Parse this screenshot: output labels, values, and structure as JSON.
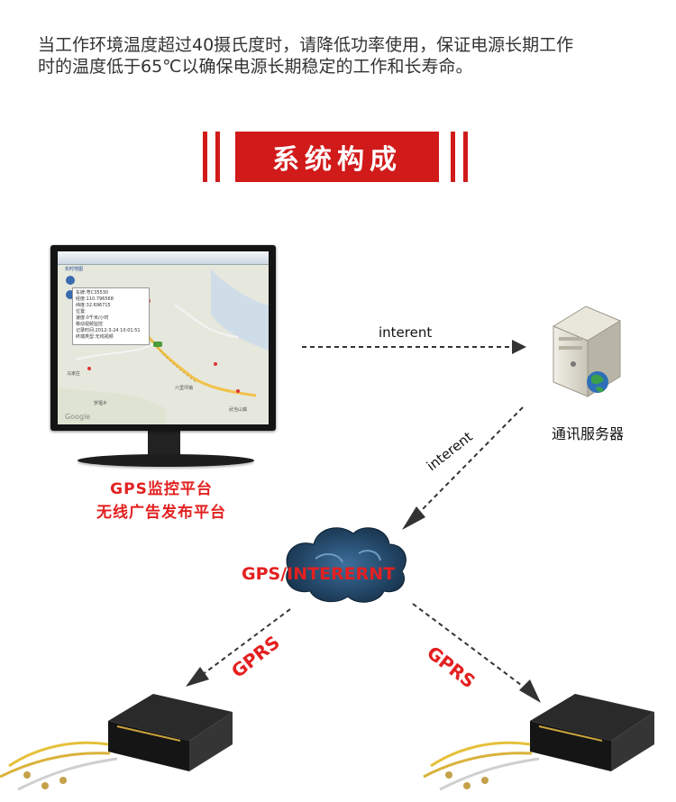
{
  "intro": {
    "line1": "当工作环境温度超过40摄氏度时，请降低功率使用，保证电源长期工作",
    "line2": "时的温度低于65℃以确保电源长期稳定的工作和长寿命。"
  },
  "section": {
    "title": "系统构成"
  },
  "monitor": {
    "tab_label": "实时地图",
    "popup_lines": [
      "车牌:粤C35530",
      "经度:110.796568",
      "纬度:32.696715",
      "位置:",
      "速度:0千米/小时",
      "移动视频监控",
      "记录时间:2012-3-24 10:01:51",
      "终端类型:无线视频"
    ],
    "map_places": [
      "六里坪镇",
      "武当山镇",
      "罗堰乡",
      "马家庄"
    ]
  },
  "platform": {
    "line1": "GPS监控平台",
    "line2": "无线广告发布平台"
  },
  "server": {
    "label": "通讯服务器"
  },
  "links": {
    "top": "interent",
    "diagonal": "interent"
  },
  "cloud": {
    "label": "GPS/INTERERNT"
  },
  "gprs": {
    "left": "GPRS",
    "right": "GPRS"
  }
}
